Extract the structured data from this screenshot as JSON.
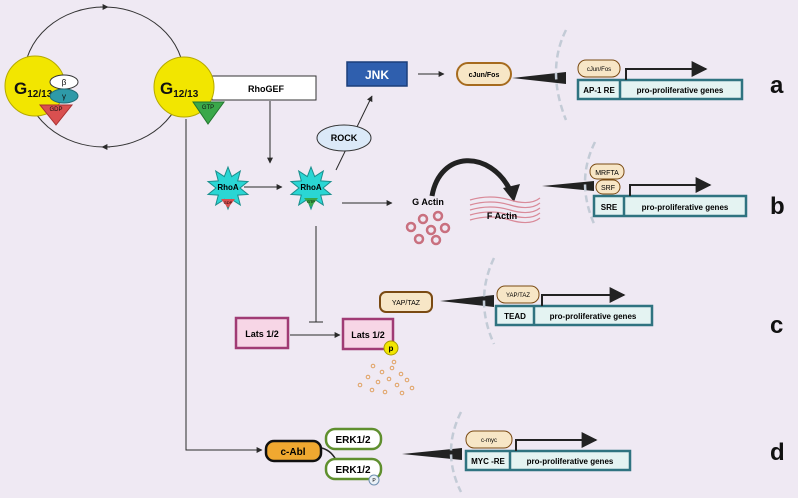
{
  "g_protein": {
    "main": "G",
    "sub": "12/13",
    "beta": "β",
    "gamma": "γ",
    "gdp": "GDP",
    "gtp": "GTP"
  },
  "rhogef": "RhoGEF",
  "jnk": "JNK",
  "rock": "ROCK",
  "rhoa": "RhoA",
  "rhoa_gdp": "GDP",
  "rhoa_gtp": "GTP",
  "cjun_fos": "cJun/Fos",
  "g_actin": "G Actin",
  "f_actin": "F Actin",
  "mrfta": "MRFTA",
  "srf": "SRF",
  "sre": "SRE",
  "ap1_re": "AP-1 RE",
  "yap_taz": "YAP/TAZ",
  "tead": "TEAD",
  "lats": "Lats 1/2",
  "phospho": "p",
  "phospho_small": "P",
  "c_abl": "c-Abl",
  "erk": "ERK1/2",
  "c_myc": "c-myc",
  "myc_re": "MYC -RE",
  "pro_genes": "pro-proliferative genes",
  "panel_labels": {
    "a": "a",
    "b": "b",
    "c": "c",
    "d": "d"
  }
}
